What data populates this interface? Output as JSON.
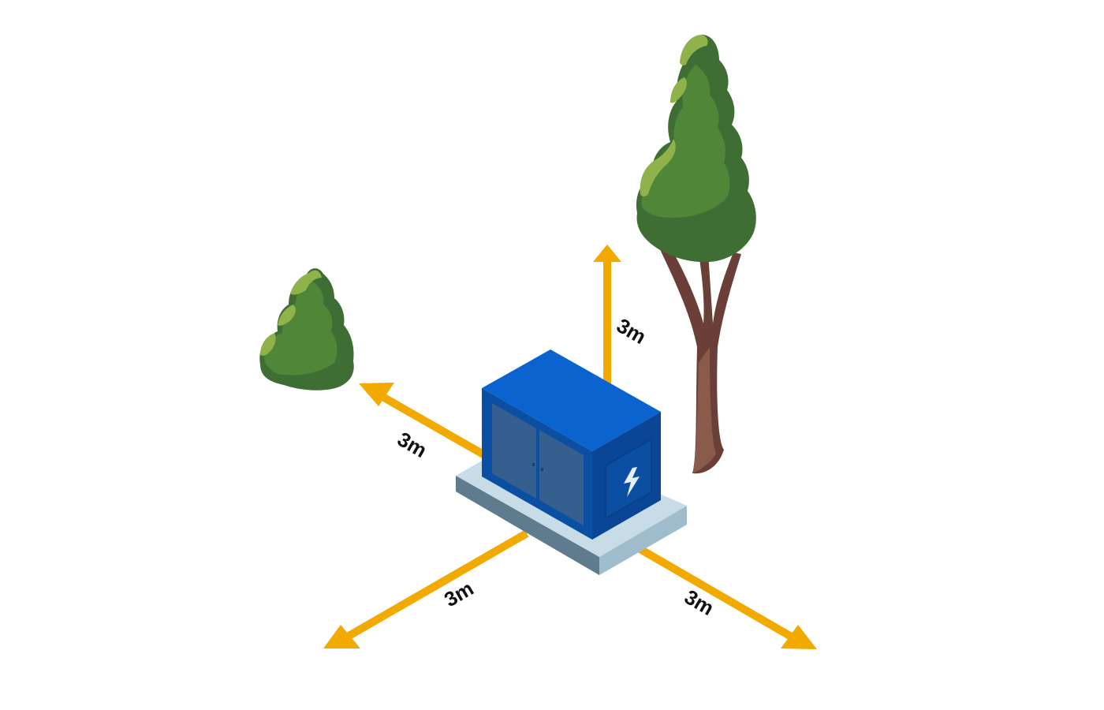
{
  "colors": {
    "background": "#ffffff",
    "arrow": "#f2a900",
    "cabinet_top": "#0a63cf",
    "cabinet_front": "#0b4fa3",
    "cabinet_side": "#0a4596",
    "door_panel": "#355f8e",
    "plinth_top": "#c8dce8",
    "plinth_front": "#5f7b8e",
    "plinth_side": "#9fbccc",
    "foliage_dark": "#3f6e35",
    "foliage_mid": "#4f8637",
    "foliage_light": "#8fb24a",
    "trunk": "#6a3f37",
    "bolt": "#e8eef7"
  },
  "icons": {
    "cabinet_badge": "lightning-bolt-icon"
  },
  "clearances": {
    "up": "3m",
    "left_back": "3m",
    "left_front": "3m",
    "right_front": "3m"
  }
}
